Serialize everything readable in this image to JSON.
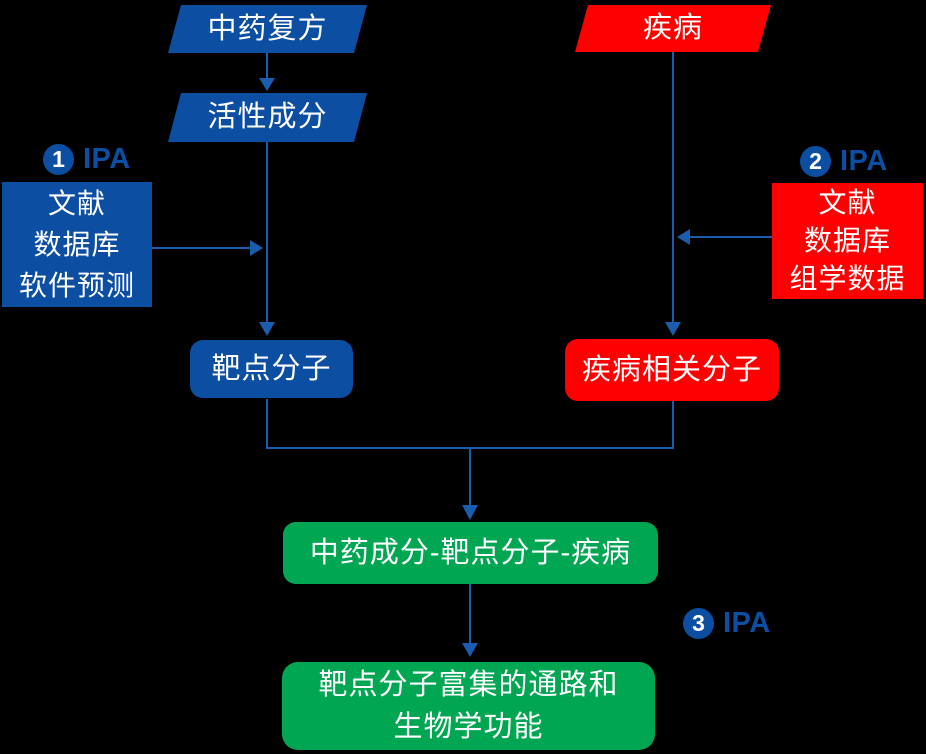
{
  "colors": {
    "background": "#000000",
    "blue": "#0B4EA2",
    "red": "#FE0000",
    "green": "#00A651",
    "arrow": "#1A5CAD",
    "white": "#FFFFFF"
  },
  "nodes": {
    "tcm_formula": {
      "label": "中药复方"
    },
    "active_ingredients": {
      "label": "活性成分"
    },
    "disease": {
      "label": "疾病"
    },
    "left_sources": {
      "lines": [
        "文献",
        "数据库",
        "软件预测"
      ]
    },
    "right_sources": {
      "lines": [
        "文献",
        "数据库",
        "组学数据"
      ]
    },
    "target_molecules": {
      "label": "靶点分子"
    },
    "disease_molecules": {
      "label": "疾病相关分子"
    },
    "network": {
      "label": "中药成分-靶点分子-疾病"
    },
    "pathways": {
      "lines": [
        "靶点分子富集的通路和",
        "生物学功能"
      ]
    }
  },
  "annotations": {
    "ipa1": {
      "number": "1",
      "label": "IPA"
    },
    "ipa2": {
      "number": "2",
      "label": "IPA"
    },
    "ipa3": {
      "number": "3",
      "label": "IPA"
    }
  }
}
